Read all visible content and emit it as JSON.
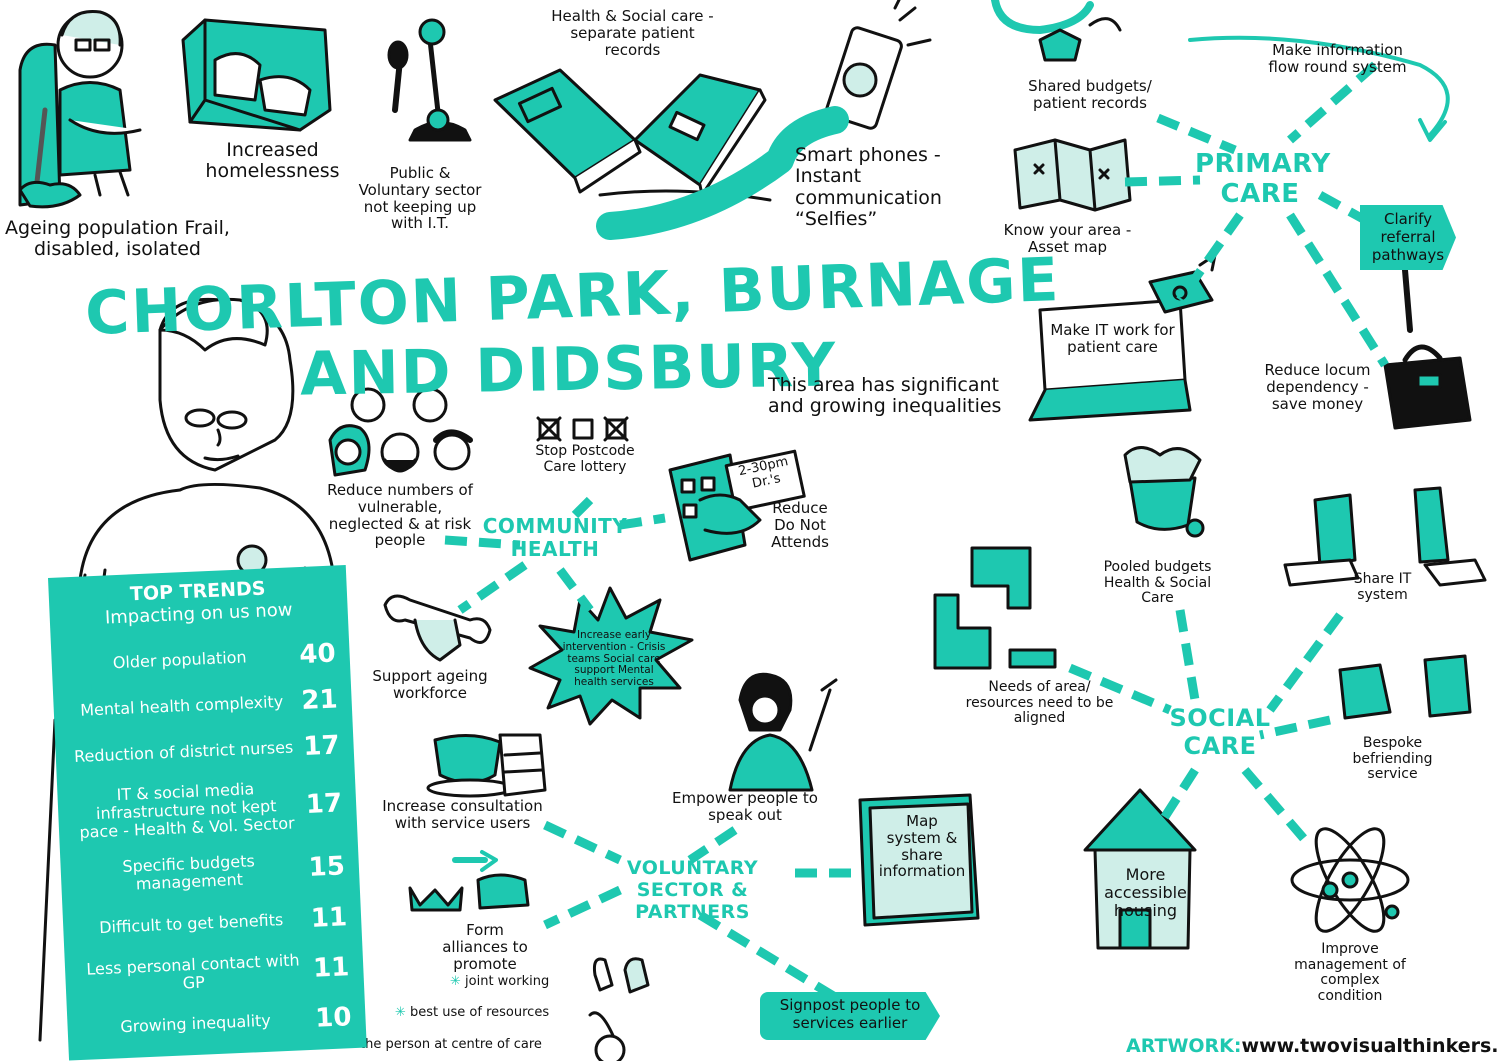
{
  "colors": {
    "accent": "#1ec8b0",
    "ink": "#111111",
    "background": "#ffffff"
  },
  "title": {
    "line1": "CHORLTON PARK, BURNAGE",
    "line2": "AND DIDSBURY"
  },
  "subtitle": "This area has significant and growing inequalities",
  "top_trends": {
    "heading": "TOP TRENDS",
    "subheading": "Impacting on us now",
    "items": [
      {
        "label": "Older population",
        "count": "40"
      },
      {
        "label": "Mental health complexity",
        "count": "21"
      },
      {
        "label": "Reduction of district nurses",
        "count": "17"
      },
      {
        "label": "IT & social media infrastructure not kept pace - Health & Vol. Sector",
        "count": "17"
      },
      {
        "label": "Specific budgets management",
        "count": "15"
      },
      {
        "label": "Difficult to get benefits",
        "count": "11"
      },
      {
        "label": "Less personal contact with GP",
        "count": "11"
      },
      {
        "label": "Growing inequality",
        "count": "10"
      }
    ]
  },
  "top_row": {
    "ageing": "Ageing population Frail, disabled, isolated",
    "homelessness": "Increased homelessness",
    "public_voluntary": "Public & Voluntary sector not keeping up with I.T.",
    "patient_records": "Health & Social care - separate patient records",
    "smartphones": "Smart phones - Instant communication “Selfies”"
  },
  "primary_care": {
    "hub": "PRIMARY CARE",
    "shared_budgets": "Shared budgets/ patient records",
    "information_flow": "Make information flow round system",
    "know_area": "Know your area -Asset map",
    "referral": "Clarify referral pathways",
    "make_it_work": "Make IT work for patient care",
    "locum": "Reduce locum dependency - save money"
  },
  "community_health": {
    "hub": "COMMUNITY HEALTH",
    "postcode": "Stop Postcode Care lottery",
    "vulnerable": "Reduce numbers of vulnerable, neglected & at risk people",
    "dna": "Reduce Do Not Attends",
    "appointment_card": "2-30pm Dr.'s",
    "workforce": "Support ageing workforce",
    "early_intervention": "Increase early intervention - Crisis teams Social care support Mental health services"
  },
  "voluntary_sector": {
    "hub": "VOLUNTARY SECTOR & PARTNERS",
    "consultation": "Increase consultation with service users",
    "empower": "Empower people to speak out",
    "map_system": "Map system & share information",
    "alliances": "Form alliances to promote",
    "bullets": [
      "joint working",
      "best use of resources",
      "the person at centre of care"
    ],
    "signpost": "Signpost people to services earlier"
  },
  "social_care": {
    "hub": "SOCIAL CARE",
    "pooled": "Pooled budgets Health & Social Care",
    "share_it": "Share IT system",
    "needs": "Needs of area/ resources need to be aligned",
    "befriending": "Bespoke befriending service",
    "housing": "More accessible housing",
    "complex": "Improve management of complex condition"
  },
  "footer": {
    "prefix": "ARTWORK:",
    "site": "www.twovisualthinkers.info"
  }
}
